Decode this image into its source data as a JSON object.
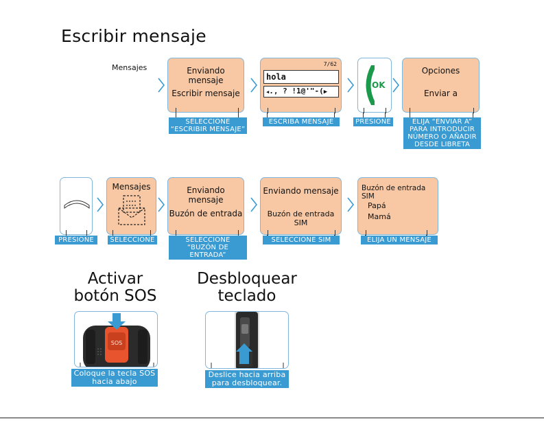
{
  "title": "Escribir mensaje",
  "menu_label": "Mensajes",
  "row1": {
    "screen1": {
      "line1": "Enviando mensaje",
      "line2": "Escribir mensaje"
    },
    "screen2": {
      "counter": "7/62",
      "input": "hola",
      "charset": "., ? !1@'\"-(",
      "charset_end": "▶"
    },
    "screen3": {
      "key": "OK"
    },
    "screen4": {
      "line1": "Opciones",
      "line2": "Enviar a"
    },
    "callout1": [
      "SELECCIONE",
      "“ESCRIBIR MENSAJE”"
    ],
    "callout2": [
      "ESCRIBA MENSAJE"
    ],
    "callout3": [
      "PRESIONE"
    ],
    "callout4": [
      "ELIJA “ENVIAR A”",
      "PARA INTRODUCIR",
      "NÚMERO O AÑADIR",
      "DESDE LIBRETA"
    ]
  },
  "row2": {
    "screen2": {
      "line1": "Mensajes"
    },
    "screen3": {
      "line1": "Enviando mensaje",
      "line2": "Buzón de entrada"
    },
    "screen4": {
      "line1": "Enviando mensaje",
      "line2": "Buzón de entrada SIM"
    },
    "screen5": {
      "line1": "Buzón de entrada SIM",
      "item1": "Papá",
      "item2": "Mamá"
    },
    "callout1": [
      "PRESIONE"
    ],
    "callout2": [
      "SELECCIONE"
    ],
    "callout3": [
      "SELECCIONE",
      "“BUZÓN DE ENTRADA”"
    ],
    "callout4": [
      "SELECCIONE SIM"
    ],
    "callout5": [
      "ELIJA UN MENSAJE"
    ]
  },
  "sos": {
    "heading1": "Activar",
    "heading2": "botón SOS",
    "button_text": "SOS",
    "caption1": "Coloque la tecla SOS",
    "caption2": "hacia abajo"
  },
  "lock": {
    "heading1": "Desbloquear",
    "heading2": "teclado",
    "caption1": "Deslice hacia arriba",
    "caption2": "para desbloquear."
  },
  "colors": {
    "screen_fill": "#f8c8a4",
    "frame": "#7fb6dc",
    "callout": "#3a9ad2",
    "arrow": "#3a9ad2",
    "sos_red": "#e8542e",
    "ok_green": "#1a9a4a"
  }
}
